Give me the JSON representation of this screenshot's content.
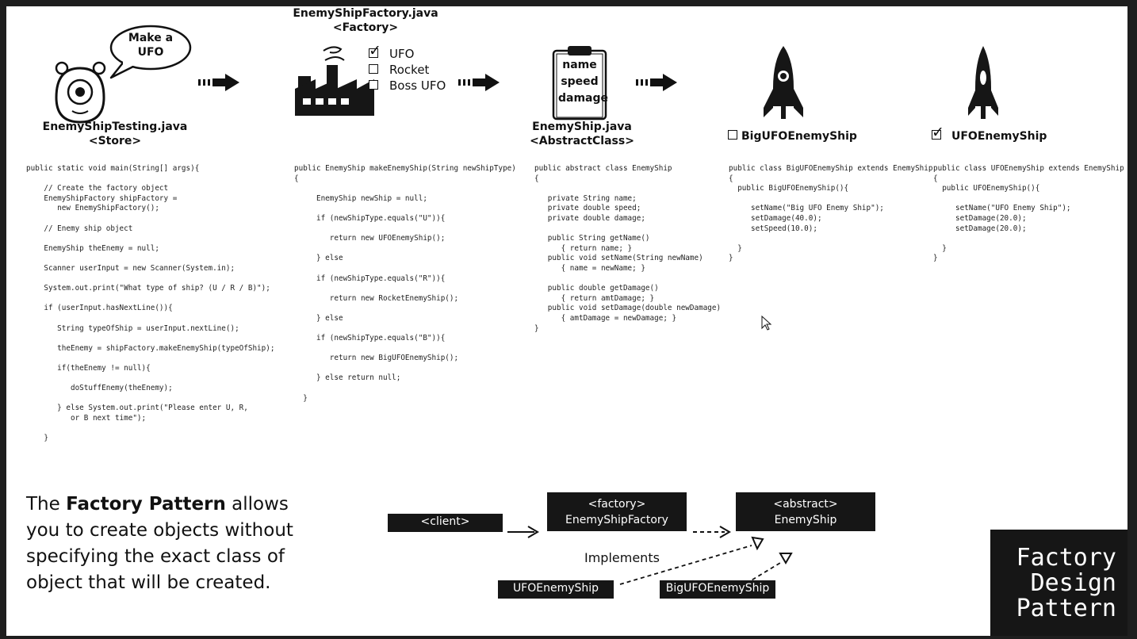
{
  "panels": {
    "store": {
      "bubble": [
        "Make a",
        "UFO"
      ],
      "file": "EnemyShipTesting.java",
      "role": "<Store>",
      "code": "public static void main(String[] args){\n\n    // Create the factory object\n    EnemyShipFactory shipFactory =\n       new EnemyShipFactory();\n\n    // Enemy ship object\n\n    EnemyShip theEnemy = null;\n\n    Scanner userInput = new Scanner(System.in);\n\n    System.out.print(\"What type of ship? (U / R / B)\");\n\n    if (userInput.hasNextLine()){\n\n       String typeOfShip = userInput.nextLine();\n\n       theEnemy = shipFactory.makeEnemyShip(typeOfShip);\n\n       if(theEnemy != null){\n\n          doStuffEnemy(theEnemy);\n\n       } else System.out.print(\"Please enter U, R,\n          or B next time\");\n\n    }"
    },
    "factory": {
      "options": [
        {
          "label": "UFO",
          "checked": true
        },
        {
          "label": "Rocket",
          "checked": false
        },
        {
          "label": "Boss UFO",
          "checked": false
        }
      ],
      "file": "EnemyShipFactory.java",
      "role": "<Factory>",
      "code": "public EnemyShip makeEnemyShip(String newShipType)\n{\n\n     EnemyShip newShip = null;\n\n     if (newShipType.equals(\"U\")){\n\n        return new UFOEnemyShip();\n\n     } else\n\n     if (newShipType.equals(\"R\")){\n\n        return new RocketEnemyShip();\n\n     } else\n\n     if (newShipType.equals(\"B\")){\n\n        return new BigUFOEnemyShip();\n\n     } else return null;\n\n  }"
    },
    "abstract": {
      "clipboard": [
        "name",
        "speed",
        "damage"
      ],
      "file": "EnemyShip.java",
      "role": "<AbstractClass>",
      "code": "public abstract class EnemyShip\n{\n\n   private String name;\n   private double speed;\n   private double damage;\n\n   public String getName()\n      { return name; }\n   public void setName(String newName)\n      { name = newName; }\n\n   public double getDamage()\n      { return amtDamage; }\n   public void setDamage(double newDamage)\n      { amtDamage = newDamage; }\n}"
    },
    "big_ufo": {
      "name": "BigUFOEnemyShip",
      "checked": false,
      "code": "public class BigUFOEnemyShip extends EnemyShip\n{\n  public BigUFOEnemyShip(){\n\n     setName(\"Big UFO Enemy Ship\");\n     setDamage(40.0);\n     setSpeed(10.0);\n\n  }\n}"
    },
    "ufo": {
      "name": "UFOEnemyShip",
      "checked": true,
      "code": "public class UFOEnemyShip extends EnemyShip\n{\n  public UFOEnemyShip(){\n\n     setName(\"UFO Enemy Ship\");\n     setDamage(20.0);\n     setDamage(20.0);\n\n  }\n}"
    }
  },
  "caption": {
    "pre": "The ",
    "bold": "Factory Pattern",
    "post": " allows you to create objects without specifying the exact class of object that will be created."
  },
  "uml": {
    "client": "<client>",
    "factory_stereotype": "<factory>",
    "factory_name": "EnemyShipFactory",
    "abstract_stereotype": "<abstract>",
    "abstract_name": "EnemyShip",
    "implements_label": "Implements",
    "sub1": "UFOEnemyShip",
    "sub2": "BigUFOEnemyShip"
  },
  "title": [
    "Factory",
    "Design",
    "Pattern"
  ]
}
